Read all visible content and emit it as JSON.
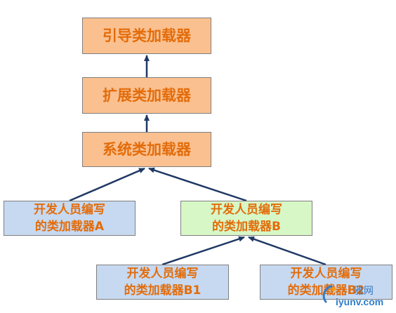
{
  "nodes": {
    "bootstrap": {
      "label": "引导类加载器"
    },
    "extension": {
      "label": "扩展类加载器"
    },
    "system": {
      "label": "系统类加载器"
    },
    "custom_a": {
      "line1": "开发人员编写",
      "line2": "的类加载器A"
    },
    "custom_b": {
      "line1": "开发人员编写",
      "line2": "的类加载器B"
    },
    "custom_b1": {
      "line1": "开发人员编写",
      "line2": "的类加载器B1"
    },
    "custom_b2": {
      "line1": "开发人员编写",
      "line2": "的类加载器B2"
    }
  },
  "edges": [
    {
      "from": "extension",
      "to": "bootstrap"
    },
    {
      "from": "system",
      "to": "extension"
    },
    {
      "from": "custom_a",
      "to": "system"
    },
    {
      "from": "custom_b",
      "to": "system"
    },
    {
      "from": "custom_b1",
      "to": "custom_b"
    },
    {
      "from": "custom_b2",
      "to": "custom_b"
    }
  ],
  "watermark": {
    "top_text": "雅网",
    "bottom_text": "iyunv.com"
  },
  "colors": {
    "core_fill": "#fac090",
    "custom_fill": "#c6d9f1",
    "highlight_fill": "#d7f7c6",
    "text": "#e36c0a",
    "arrow": "#1f3864"
  }
}
